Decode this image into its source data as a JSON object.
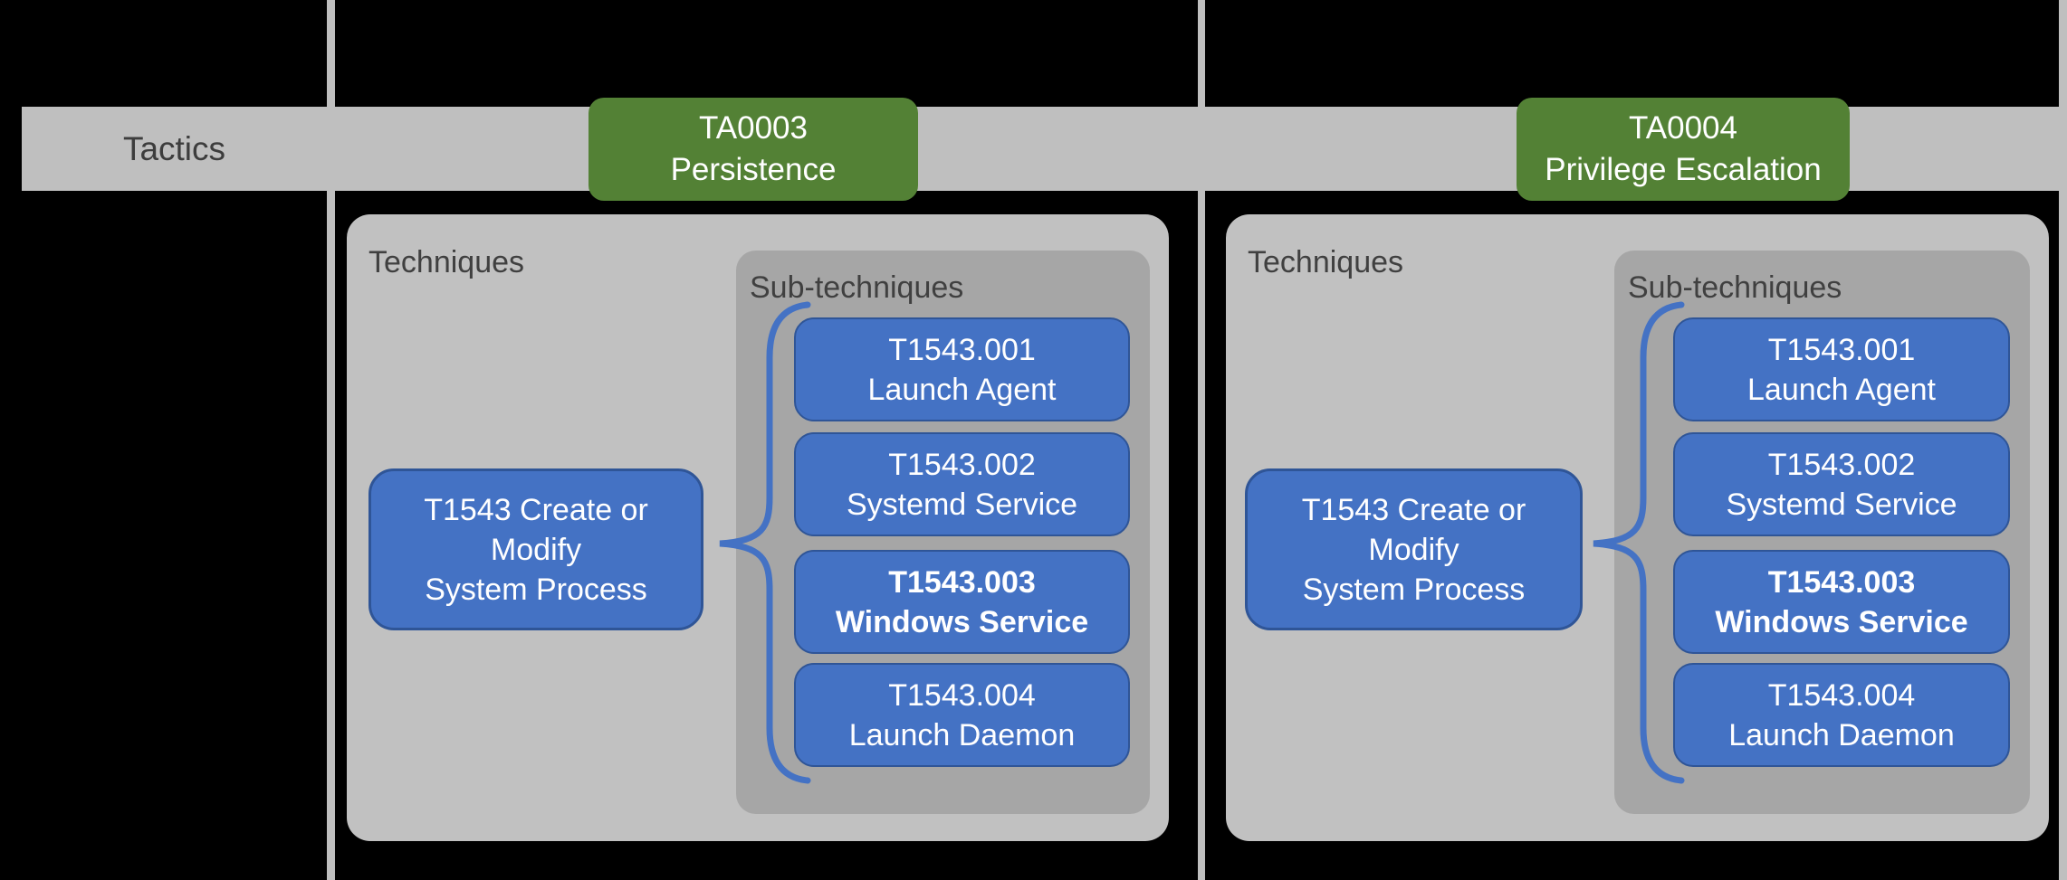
{
  "tactics_bar": {
    "label": "Tactics"
  },
  "columns": [
    {
      "tactic_label": "TA0003\nPersistence",
      "techniques_label": "Techniques",
      "subtechniques_label": "Sub-techniques",
      "technique_label": "T1543 Create or\nModify\nSystem Process",
      "subtechniques": [
        {
          "label": "T1543.001\nLaunch Agent",
          "emphasis": false
        },
        {
          "label": "T1543.002\nSystemd Service",
          "emphasis": false
        },
        {
          "label": "T1543.003\nWindows Service",
          "emphasis": true
        },
        {
          "label": "T1543.004\nLaunch Daemon",
          "emphasis": false
        }
      ]
    },
    {
      "tactic_label": "TA0004\nPrivilege Escalation",
      "techniques_label": "Techniques",
      "subtechniques_label": "Sub-techniques",
      "technique_label": "T1543 Create or\nModify\nSystem Process",
      "subtechniques": [
        {
          "label": "T1543.001\nLaunch Agent",
          "emphasis": false
        },
        {
          "label": "T1543.002\nSystemd Service",
          "emphasis": false
        },
        {
          "label": "T1543.003\nWindows Service",
          "emphasis": true
        },
        {
          "label": "T1543.004\nLaunch Daemon",
          "emphasis": false
        }
      ]
    }
  ],
  "colors": {
    "background": "#000000",
    "bar_gray": "#bfbfbf",
    "panel_gray": "#c1c1c1",
    "subpanel_gray": "#a6a6a6",
    "box_blue": "#4472c4",
    "box_blue_border": "#2f5597",
    "tactic_green": "#538135",
    "label_text": "#404040",
    "box_text": "#ffffff"
  }
}
